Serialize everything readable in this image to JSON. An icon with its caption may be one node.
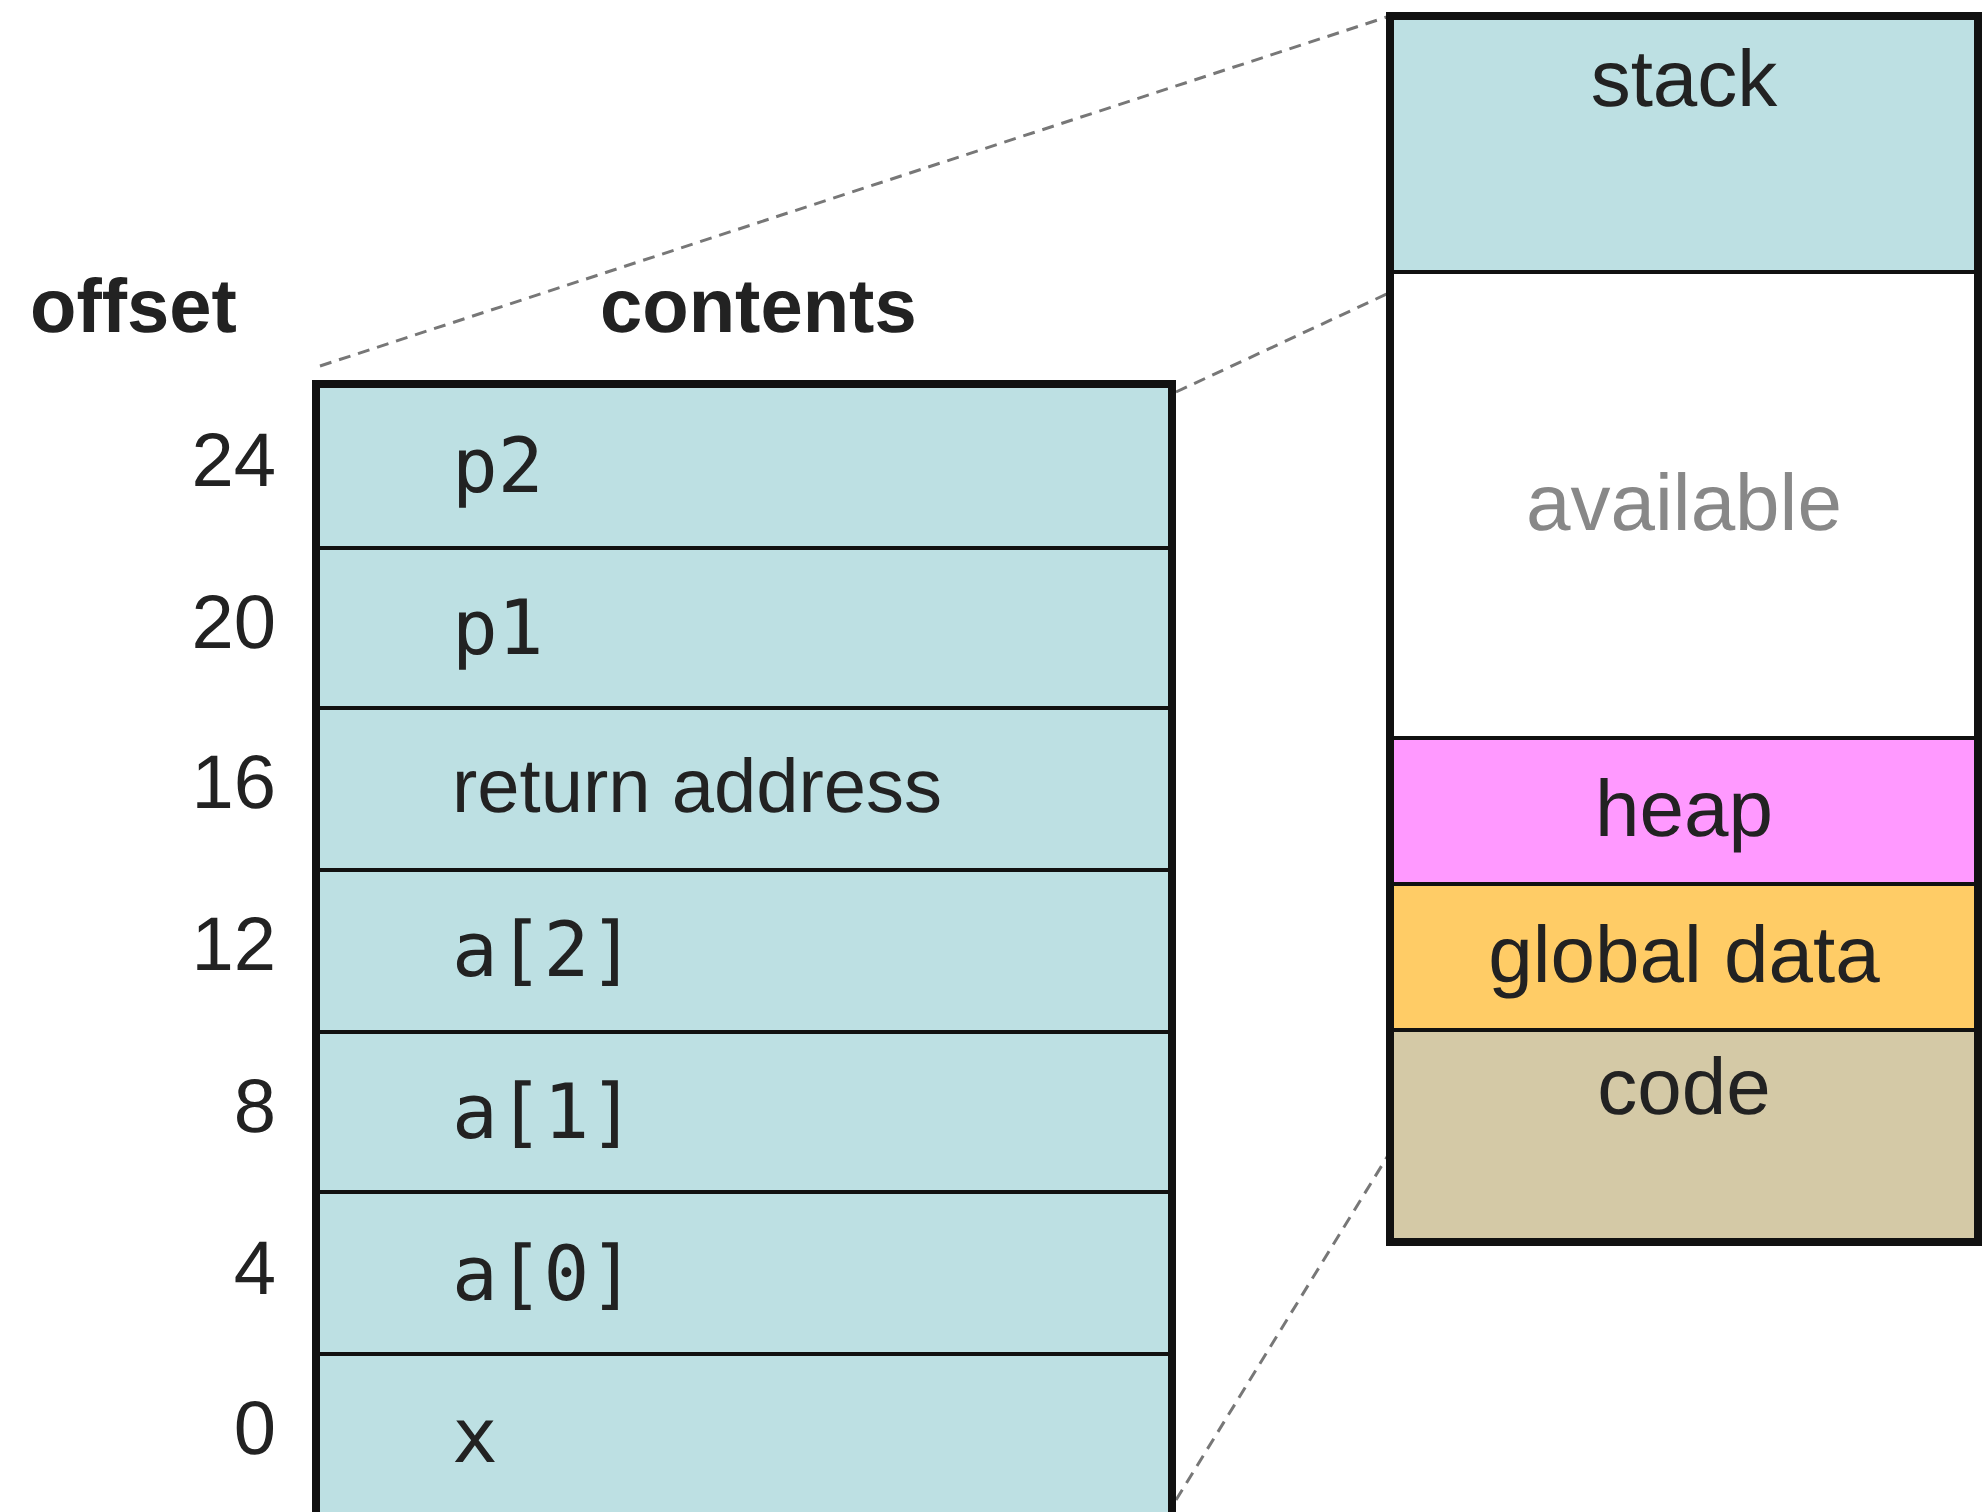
{
  "diagram": {
    "nodes": [
      {
        "text": [
          "stack"
        ]
      },
      {
        "text": [
          "available"
        ]
      },
      {
        "text": [
          "heap"
        ]
      },
      {
        "text": [
          "global data"
        ]
      },
      {
        "text": [
          "code"
        ]
      }
    ],
    "labels": [
      "offset",
      "contents",
      "24",
      "p2",
      "20",
      "p1",
      "16",
      "return address",
      "12",
      "a[2]",
      "8",
      "a[1]",
      "4",
      "a[0]",
      "0",
      "x"
    ]
  }
}
